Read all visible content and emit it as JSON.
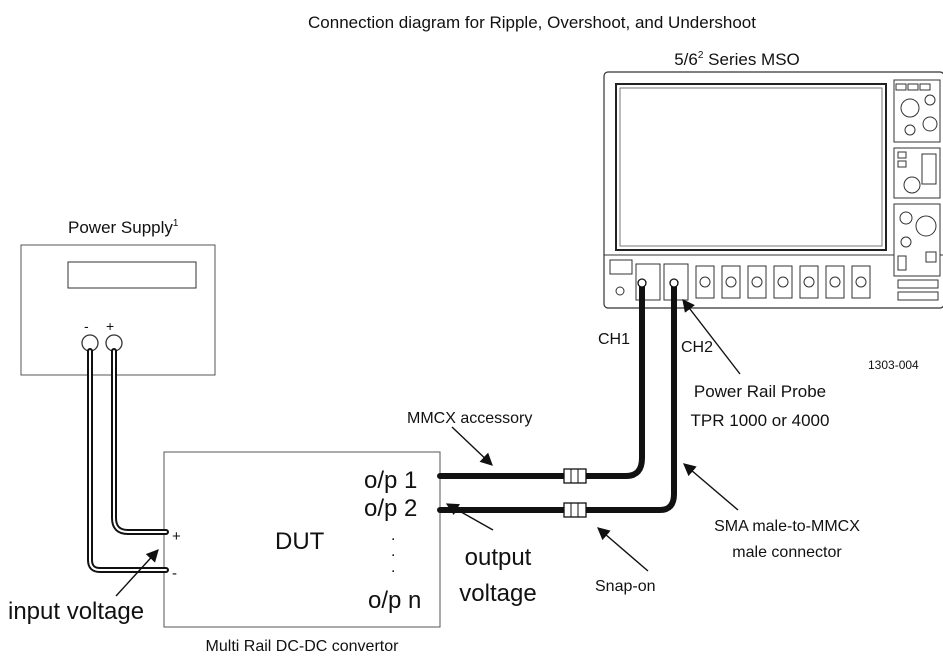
{
  "title": "Connection diagram for Ripple, Overshoot, and Undershoot",
  "scope": {
    "label": "5/6",
    "label_sup": "2",
    "label_rest": " Series MSO",
    "ch1": "CH1",
    "ch2": "CH2",
    "figure_id": "1303-004"
  },
  "power_supply": {
    "label": "Power Supply",
    "label_sup": "1",
    "minus": "-",
    "plus": "+"
  },
  "dut": {
    "label": "DUT",
    "caption": "Multi Rail DC-DC convertor",
    "plus": "+",
    "minus": "-",
    "out1": "o/p 1",
    "out2": "o/p 2",
    "dots": ".",
    "outn": "o/p n"
  },
  "labels": {
    "input_voltage": "input voltage",
    "output_voltage_1": "output",
    "output_voltage_2": "voltage",
    "mmcx": "MMCX accessory",
    "probe_1": "Power Rail Probe",
    "probe_2": "TPR 1000 or 4000",
    "sma_1": "SMA male-to-MMCX",
    "sma_2": "male connector",
    "snap_on": "Snap-on"
  }
}
